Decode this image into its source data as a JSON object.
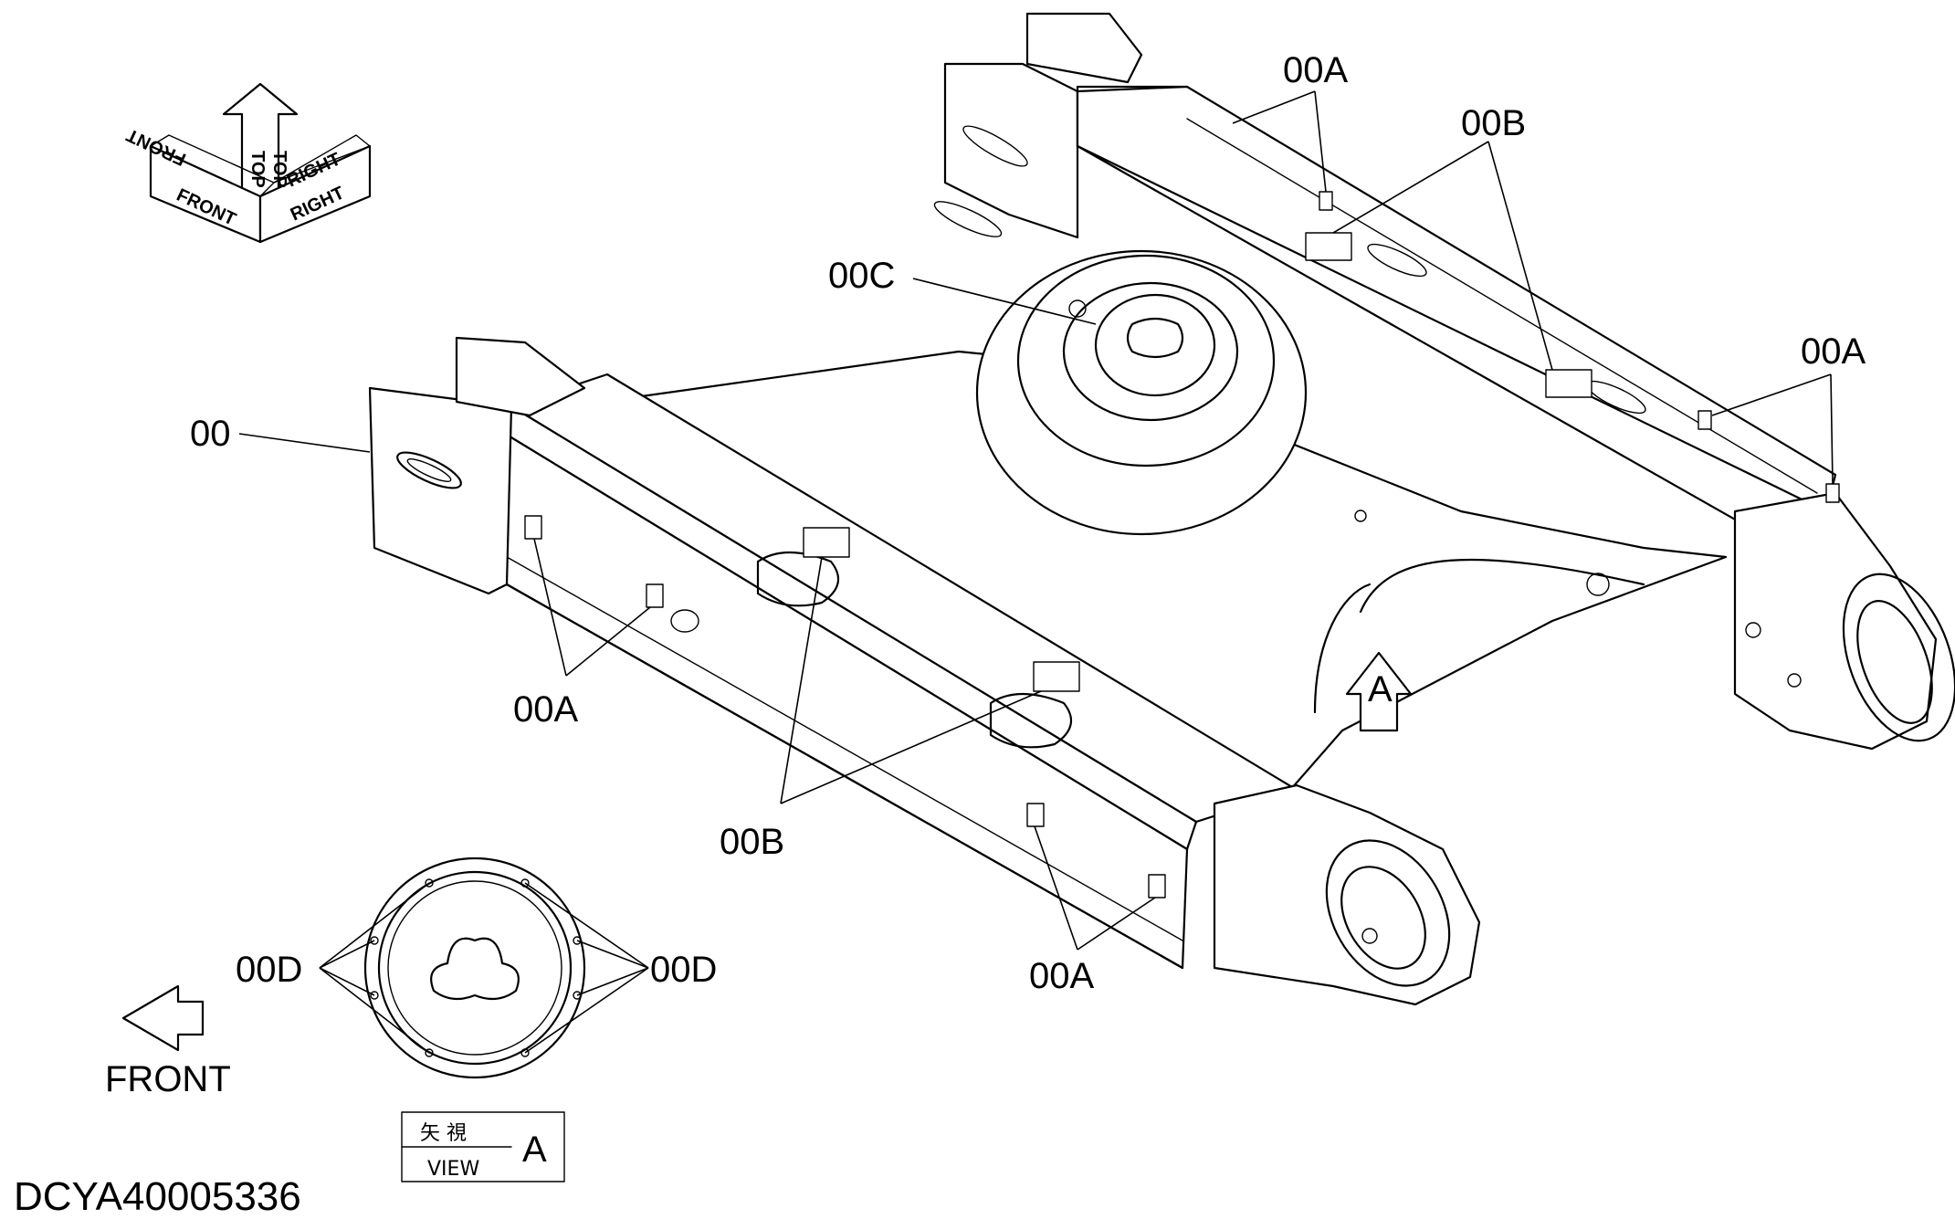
{
  "drawing_code": "DCYA40005336",
  "orientation_cube": {
    "front_label": "FRONT",
    "top_label": "TOP",
    "right_label": "RIGHT"
  },
  "callouts": {
    "main": "00",
    "A": "00A",
    "B": "00B",
    "C": "00C",
    "D": "00D"
  },
  "view_marker": "A",
  "front_arrow_label": "FRONT",
  "view_box": {
    "jp": "矢 視",
    "en": "VIEW",
    "letter": "A"
  }
}
